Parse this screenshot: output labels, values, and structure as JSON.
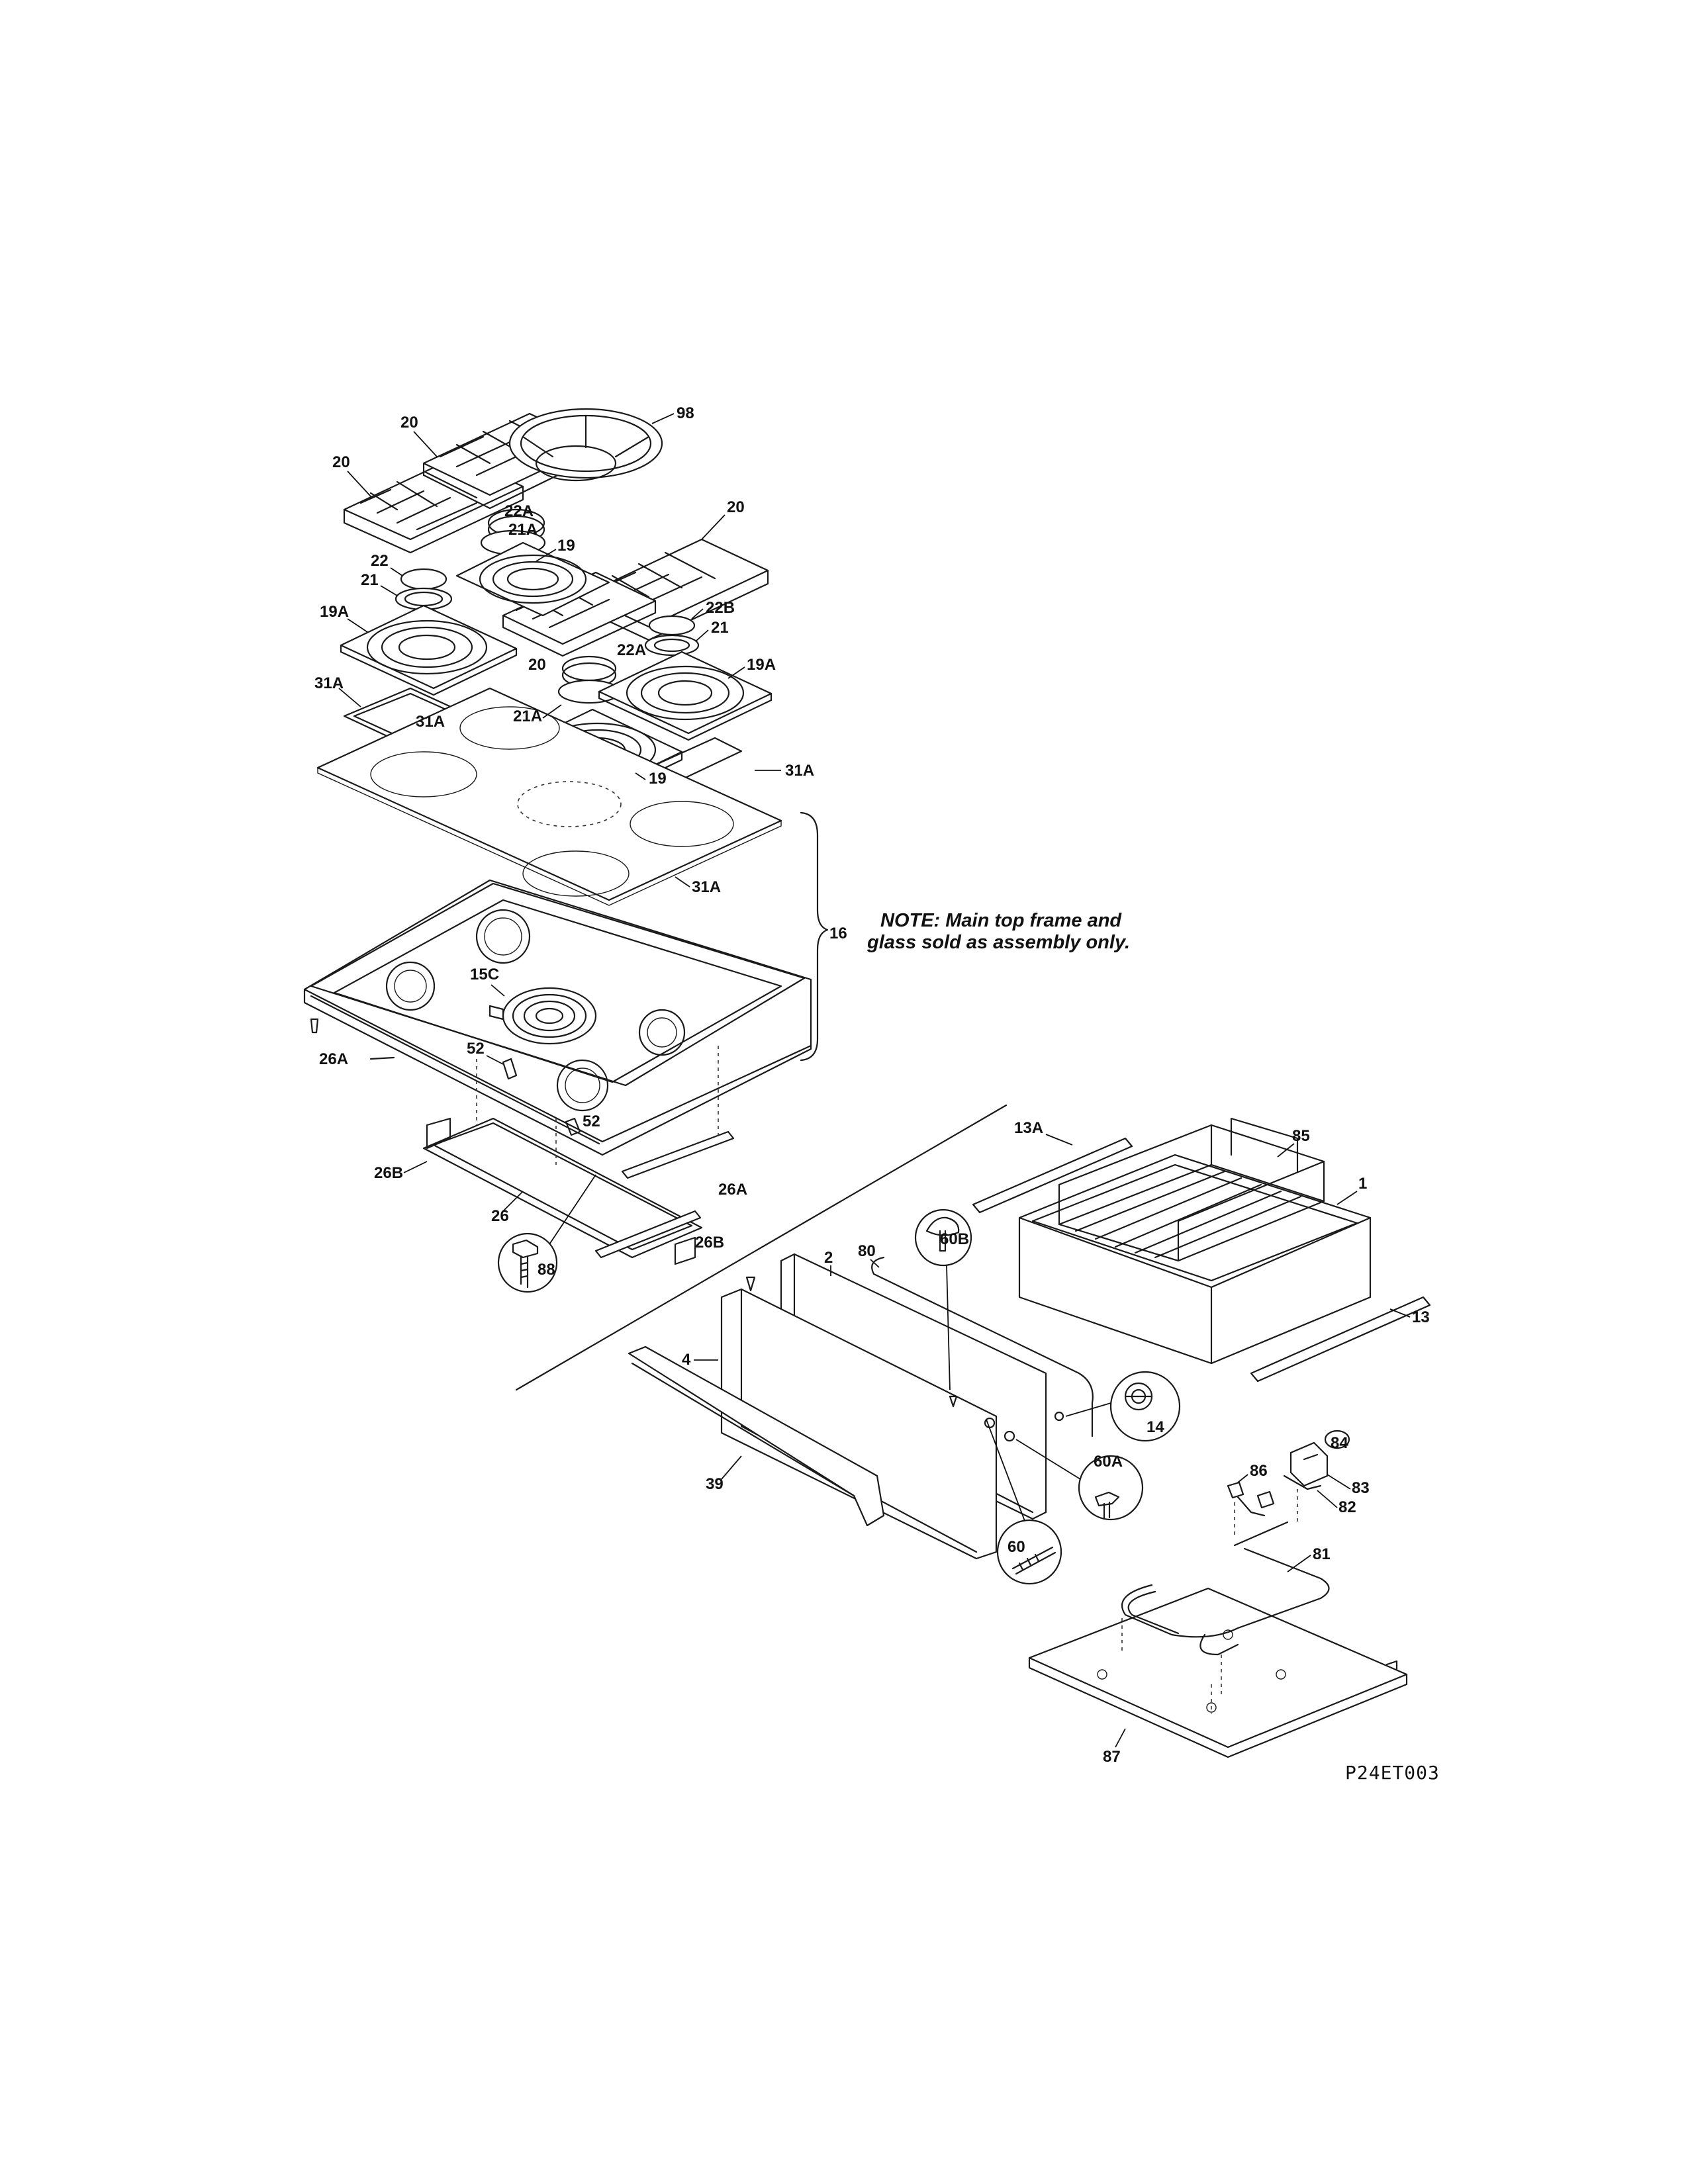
{
  "diagram": {
    "part_labels": {
      "p98": "98",
      "p20a": "20",
      "p20b": "20",
      "p20c": "20",
      "p20d": "20",
      "p22A_a": "22A",
      "p21A_a": "21A",
      "p19_a": "19",
      "p22": "22",
      "p21_a": "21",
      "p22B": "22B",
      "p21_b": "21",
      "p19A_a": "19A",
      "p22A_b": "22A",
      "p19A_b": "19A",
      "p31A_a": "31A",
      "p31A_b": "31A",
      "p21A_b": "21A",
      "p31A_c": "31A",
      "p19_b": "19",
      "p31A_d": "31A",
      "p16": "16",
      "p15C": "15C",
      "p52_a": "52",
      "p52_b": "52",
      "p26A_a": "26A",
      "p26B_a": "26B",
      "p26": "26",
      "p26A_b": "26A",
      "p26B_b": "26B",
      "p88": "88",
      "p13A": "13A",
      "p85": "85",
      "p1": "1",
      "p13": "13",
      "p60B": "60B",
      "p2": "2",
      "p80": "80",
      "p4": "4",
      "p14": "14",
      "p84": "84",
      "p86": "86",
      "p83": "83",
      "p82": "82",
      "p60A": "60A",
      "p39": "39",
      "p60": "60",
      "p81": "81",
      "p87": "87"
    },
    "note_line1": "NOTE: Main top frame and",
    "note_line2": "glass sold as assembly only.",
    "figure_code": "P24ET003"
  }
}
